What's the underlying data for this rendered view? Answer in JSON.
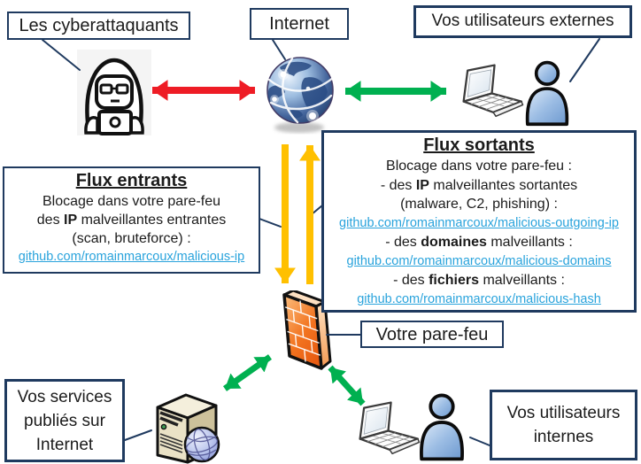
{
  "nodes": {
    "attackers": {
      "label": "Les cyberattaquants"
    },
    "internet": {
      "label": "Internet"
    },
    "external_users": {
      "label": "Vos utilisateurs externes"
    },
    "firewall": {
      "label": "Votre pare-feu"
    },
    "published_services": {
      "lines": [
        "Vos services",
        "publiés sur",
        "Internet"
      ]
    },
    "internal_users": {
      "lines": [
        "Vos utilisateurs",
        "internes"
      ]
    }
  },
  "inbound": {
    "title": "Flux entrants",
    "line1": "Blocage dans votre pare-feu",
    "line2_pre": "des ",
    "line2_bold": "IP",
    "line2_post": " malveillantes entrantes",
    "line3": "(scan, bruteforce) :",
    "link": "github.com/romainmarcoux/malicious-ip"
  },
  "outbound": {
    "title": "Flux sortants",
    "intro": "Blocage dans votre pare-feu :",
    "item_ip_pre": "- des ",
    "item_ip_bold": "IP",
    "item_ip_post": " malveillantes sortantes",
    "item_ip_note": "(malware, C2, phishing) :",
    "link_ip": "github.com/romainmarcoux/malicious-outgoing-ip",
    "item_domains_pre": "- des ",
    "item_domains_bold": "domaines",
    "item_domains_post": " malveillants :",
    "link_domains": "github.com/romainmarcoux/malicious-domains",
    "item_files_pre": "- des ",
    "item_files_bold": "fichiers",
    "item_files_post": " malveillants :",
    "link_files": "github.com/romainmarcoux/malicious-hash"
  },
  "icons": {
    "attackers": "hooded-hacker-with-laptop",
    "internet": "globe-network",
    "external_users": "laptop-and-person",
    "firewall": "orange-brick-wall",
    "published_services": "server-tower-with-globe",
    "internal_users": "laptop-and-person"
  },
  "colors": {
    "attack_arrow": "#EE1C25",
    "allowed_arrow": "#00B050",
    "flow_arrow": "#FFC000",
    "link": "#29A3DC",
    "box_border": "#1F3A5F"
  }
}
